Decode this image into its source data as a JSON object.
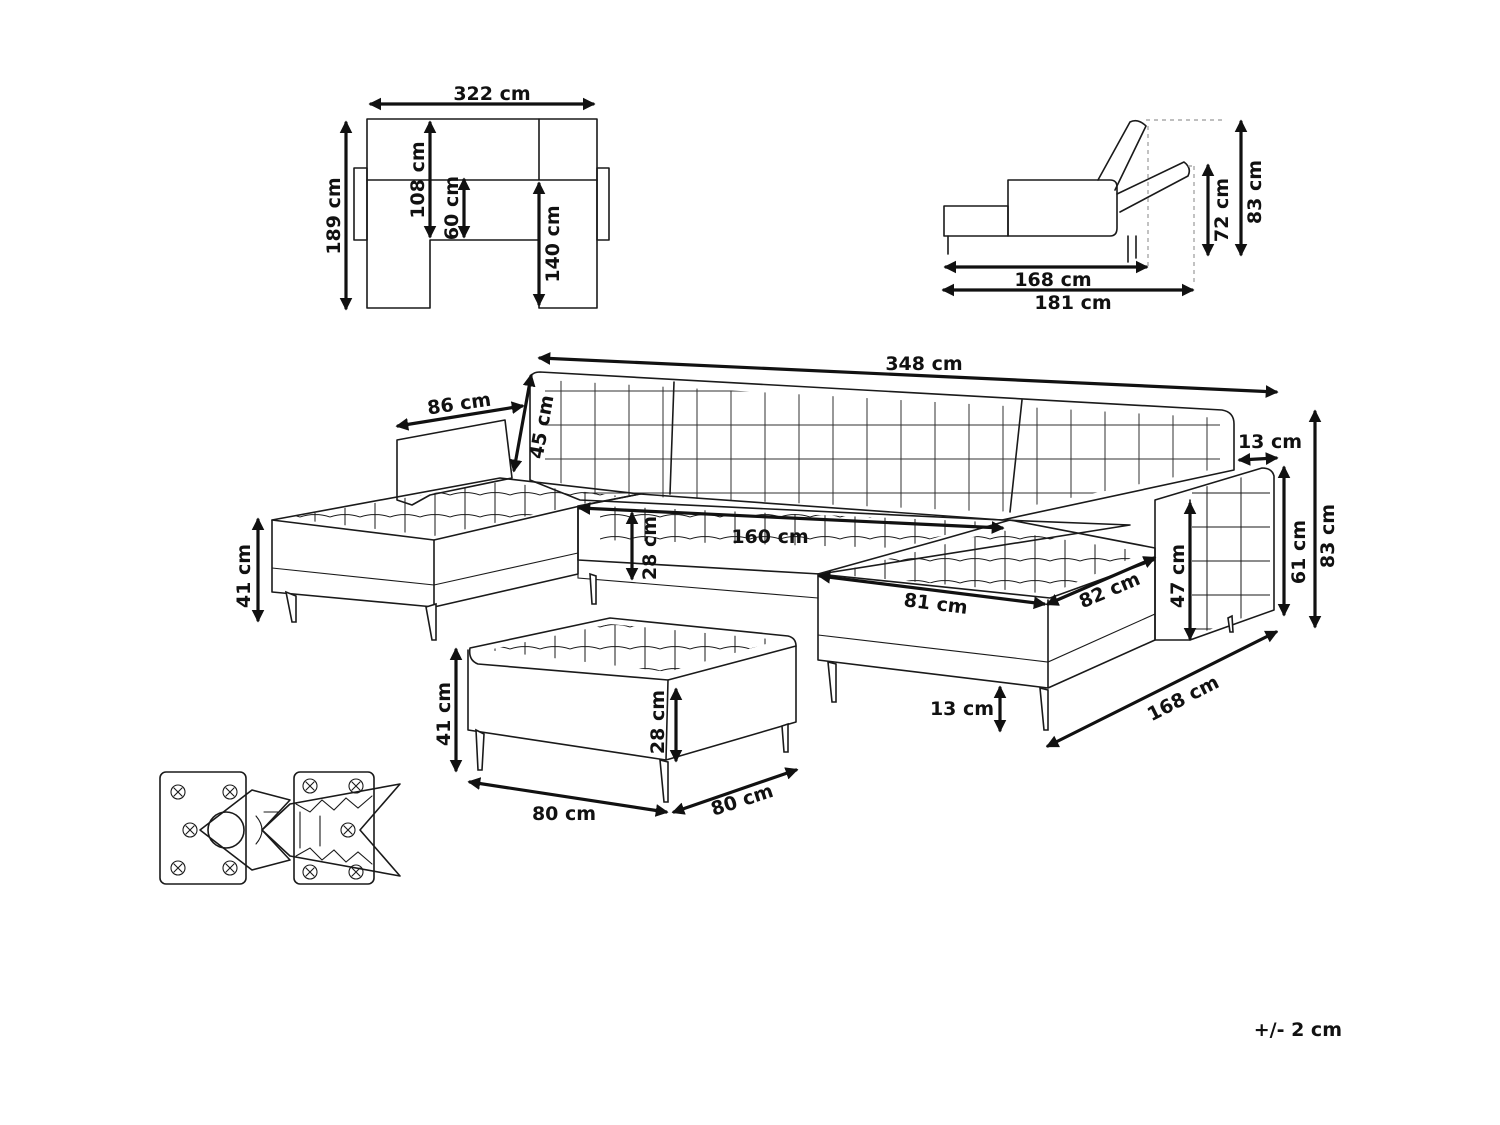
{
  "top_view": {
    "width": "322 cm",
    "depth": "189 cm",
    "inner_depth": "108 cm",
    "chaise_depth": "60 cm",
    "chaise_length": "140 cm"
  },
  "side_view": {
    "seat_length": "168 cm",
    "total_length": "181 cm",
    "backrest_height": "72 cm",
    "total_height": "83 cm"
  },
  "sofa_view": {
    "total_width": "348 cm",
    "chaise_width": "86 cm",
    "back_height": "45 cm",
    "arm_width": "13 cm",
    "seat_width": "160 cm",
    "seat_cushion": "28 cm",
    "seat_height_left": "41 cm",
    "chaise_front": "81 cm",
    "chaise_side": "82 cm",
    "arm_height": "47 cm",
    "seat_arm_height": "61 cm",
    "height": "83 cm",
    "depth": "168 cm",
    "leg_height": "13 cm"
  },
  "ottoman": {
    "height": "41 cm",
    "cushion": "28 cm",
    "width": "80 cm",
    "depth": "80 cm"
  },
  "tolerance": "+/- 2 cm"
}
